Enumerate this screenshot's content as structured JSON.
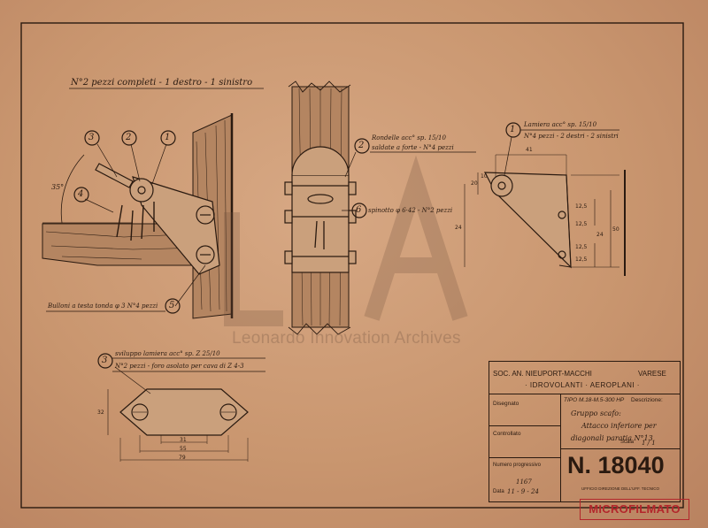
{
  "sheet": {
    "heading": "N°2 pezzi completi - 1 destro - 1 sinistro",
    "watermark": "Leonardo Innovation Archives",
    "callouts": {
      "c1": "1",
      "c2": "2",
      "c3": "3",
      "c4": "4",
      "c5": "5",
      "c6": "6"
    },
    "angle": "35°",
    "note5": "Bulloni a testa tonda φ 3 N°4 pezzi",
    "note2_line1": "Rondelle acc° sp. 15/10",
    "note2_line2": "saldate a forte - N°4 pezzi",
    "note6": "spinotto φ 6·42 - N°2 pezzi",
    "note1_line1": "Lamiera acc° sp. 15/10",
    "note1_line2": "N°4 pezzi - 2 destri - 2 sinistri",
    "note3_line1": "sviluppo lamiera acc° sp. Z 25/10",
    "note3_line2": "N°2 pezzi - foro asolato per cava di Z 4-3",
    "dims_right": [
      "41",
      "20",
      "10",
      "24",
      "50",
      "12,5",
      "12,5",
      "24",
      "12,5",
      "12,5"
    ],
    "dims_bottom": [
      "31",
      "55",
      "79",
      "32"
    ]
  },
  "title_block": {
    "company": "SOC. AN. NIEUPORT-MACCHI",
    "city": "VARESE",
    "subtitle": "· IDROVOLANTI · AEROPLANI ·",
    "disegnato_label": "Disegnato",
    "tipo": "TIPO M.18-M.5-300 HP",
    "descrizione_label": "Descrizione:",
    "desc_line1": "Gruppo scafo:",
    "desc_line2": "Attacco inferiore per",
    "desc_line3": "diagonali paratia N°13",
    "controllato_label": "Controllato",
    "scala_label": "Scala",
    "scala_value": "1 / 1",
    "numero_label": "Numero progressivo",
    "numero_value": "1167",
    "data_label": "Data",
    "data_value": "11 - 9 - 24",
    "drawing_number": "N. 18040",
    "footer": "UFFICIO DIREZIONE DELL'UFF. TECNICO"
  },
  "stamp": "MICROFILMATO"
}
